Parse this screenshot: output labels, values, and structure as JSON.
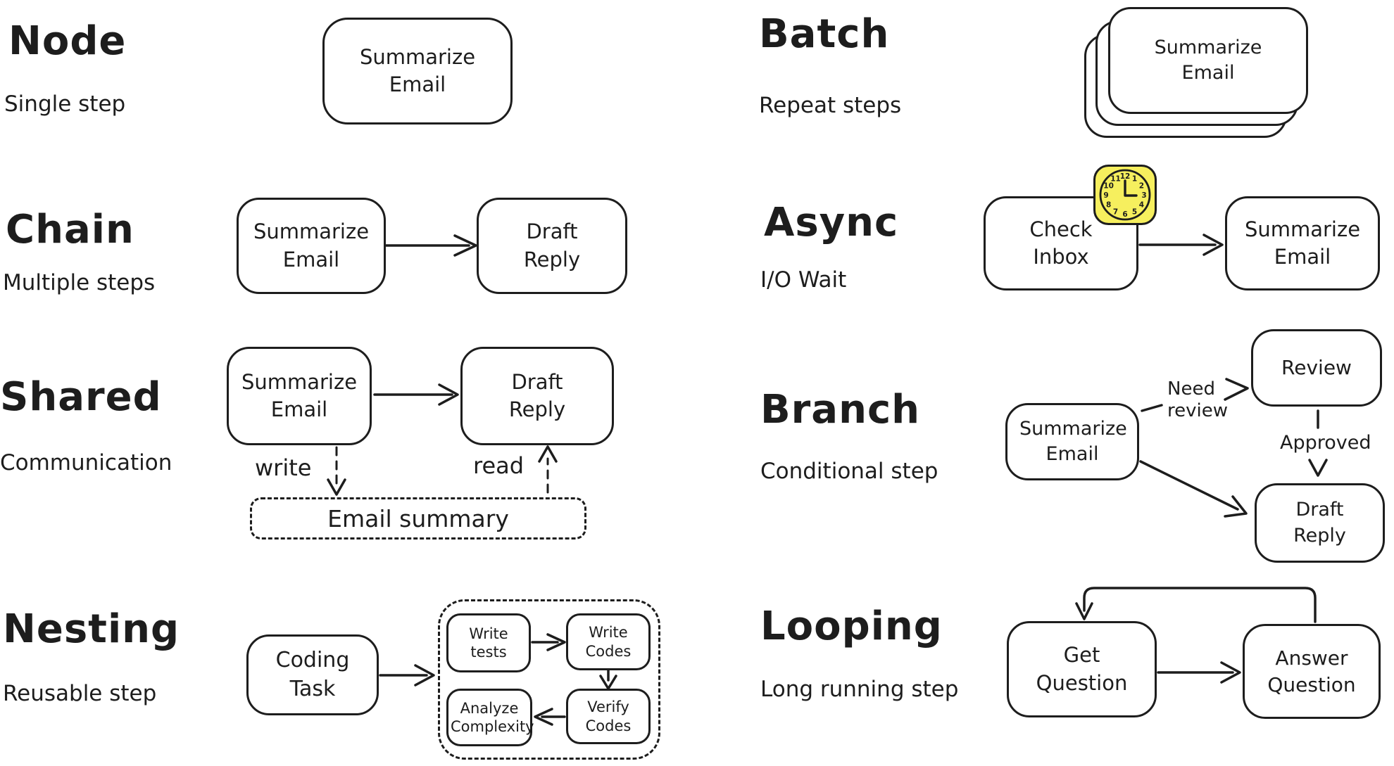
{
  "canvas": {
    "background": "#ffffff",
    "ink": "#1d1d1d",
    "clock_fill": "#f6ef5e"
  },
  "sections": {
    "node": {
      "title": "Node",
      "subtitle": "Single step",
      "box": "Summarize Email"
    },
    "chain": {
      "title": "Chain",
      "subtitle": "Multiple steps",
      "box1": "Summarize Email",
      "box2": "Draft Reply"
    },
    "shared": {
      "title": "Shared",
      "subtitle": "Communication",
      "box1": "Summarize Email",
      "box2": "Draft Reply",
      "write_label": "write",
      "read_label": "read",
      "store": "Email summary"
    },
    "nesting": {
      "title": "Nesting",
      "subtitle": "Reusable step",
      "box": "Coding Task",
      "child1": "Write tests",
      "child2": "Write Codes",
      "child3": "Analyze Complexity",
      "child4": "Verify Codes"
    },
    "batch": {
      "title": "Batch",
      "subtitle": "Repeat steps",
      "box": "Summarize Email"
    },
    "async": {
      "title": "Async",
      "subtitle": "I/O Wait",
      "box1": "Check Inbox",
      "box2": "Summarize Email",
      "clock": {
        "icon": "clock-icon",
        "numerals": [
          "12",
          "1",
          "2",
          "3",
          "4",
          "5",
          "6",
          "7",
          "8",
          "9",
          "10",
          "11"
        ]
      }
    },
    "branch": {
      "title": "Branch",
      "subtitle": "Conditional step",
      "box1": "Summarize Email",
      "review": "Review",
      "draft": "Draft Reply",
      "need_review": "Need review",
      "approved": "Approved"
    },
    "looping": {
      "title": "Looping",
      "subtitle": "Long running step",
      "box1": "Get Question",
      "box2": "Answer Question"
    }
  }
}
